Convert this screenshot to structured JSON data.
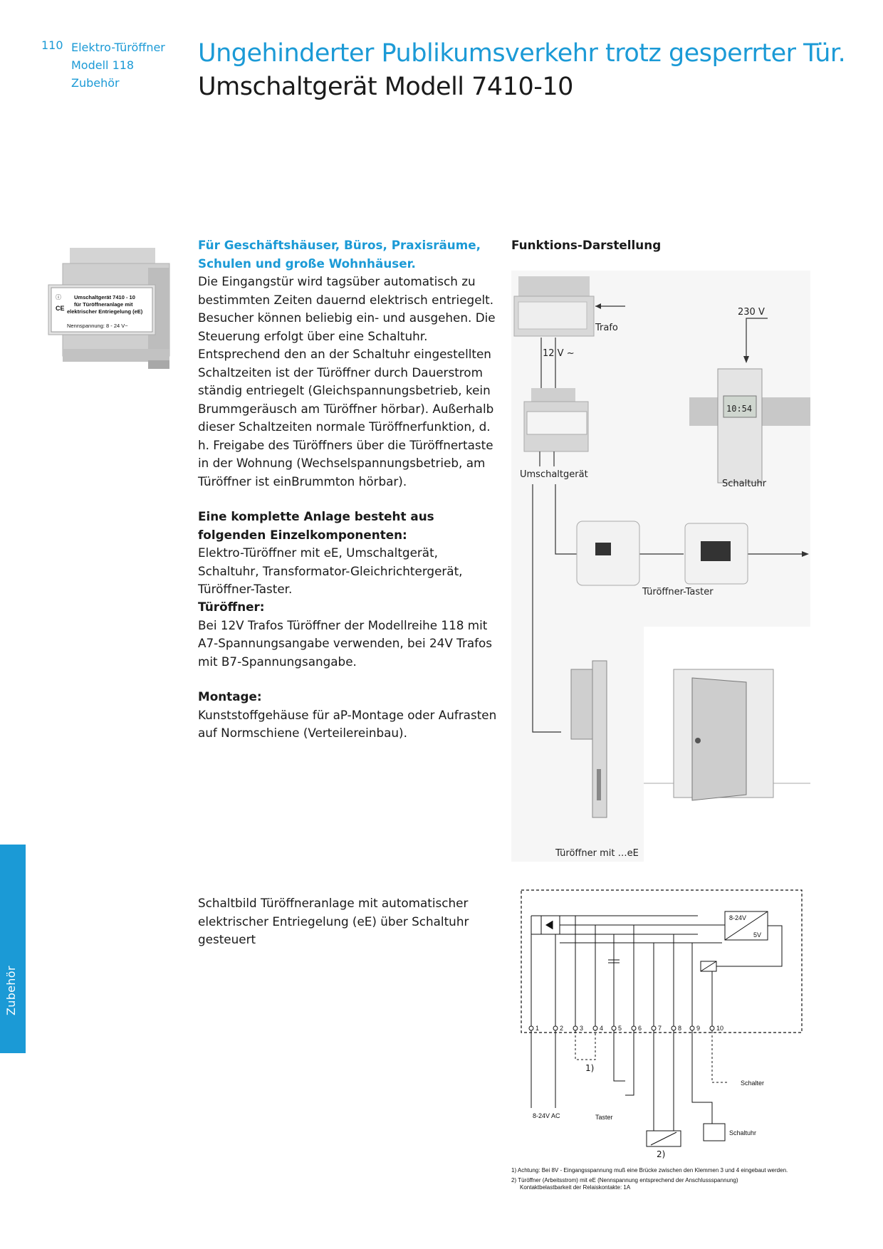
{
  "header": {
    "page_number": "110",
    "breadcrumb": [
      "Elektro-Türöffner",
      "Modell 118",
      "Zubehör"
    ],
    "title": "Ungehinderter Publikumsverkehr trotz gesperrter Tür.",
    "subtitle": "Umschaltgerät Modell 7410-10"
  },
  "sidebar": {
    "label": "Zubehör"
  },
  "product_image": {
    "label_lines": [
      "Umschaltgerät 7410 - 10",
      "für Türöffneranlage mit",
      "elektrischer Entriegelung (eE)"
    ],
    "nennspannung": "Nennspannung: 8 - 24 V~"
  },
  "intro": {
    "heading": "Für Geschäftshäuser, Büros, Praxisräume, Schulen und große Wohnhäuser.",
    "body": "Die Eingangstür wird tagsüber automatisch zu bestimmten Zeiten dauernd elektrisch entriegelt. Besucher können beliebig ein- und ausgehen. Die Steuerung erfolgt über eine Schaltuhr. Entsprechend den an der Schaltuhr eingestellten Schaltzeiten ist der Türöffner durch Dauerstrom ständig entriegelt (Gleichspannungsbetrieb, kein Brummgeräusch am Türöffner hörbar). Außerhalb dieser Schaltzeiten normale Türöffnerfunktion, d. h. Freigabe des Türöffners über die Türöffnertaste in der Wohnung (Wechselspannungsbetrieb, am Türöffner ist einBrummton hörbar)."
  },
  "components": {
    "heading": "Eine komplette Anlage besteht aus folgenden Einzelkomponenten:",
    "body": "Elektro-Türöffner mit eE, Umschaltgerät, Schaltuhr, Transformator-Gleichrichtergerät, Türöffner-Taster."
  },
  "tueroeffner": {
    "heading": "Türöffner:",
    "body": "Bei 12V Trafos Türöffner der Modellreihe 118 mit A7-Spannungsangabe verwenden, bei 24V Trafos mit B7-Spannungsangabe."
  },
  "montage": {
    "heading": "Montage:",
    "body": "Kunststoffgehäuse für aP-Montage oder Aufrasten auf Normschiene (Verteilereinbau)."
  },
  "function_diagram": {
    "heading": "Funktions-Darstellung",
    "labels": {
      "trafo": "Trafo",
      "v230": "230 V",
      "v12": "12 V ~",
      "umschaltgeraet": "Umschaltgerät",
      "schaltuhr": "Schaltuhr",
      "taster": "Türöffner-Taster",
      "tueroeffner": "Türöffner mit …eE"
    }
  },
  "schematic": {
    "caption": "Schaltbild Türöffneranlage mit automatischer elektrischer Entriegelung (eE) über Schaltuhr gesteuert",
    "terminals": [
      "1",
      "2",
      "3",
      "4",
      "5",
      "6",
      "7",
      "8",
      "9",
      "10"
    ],
    "labels": {
      "v8_24": "8-24V",
      "v5": "5V",
      "ref1": "1)",
      "ref2": "2)",
      "ac": "8-24V AC",
      "taster": "Taster",
      "schalter": "Schalter",
      "schaltuhr": "Schaltuhr"
    },
    "footnotes": [
      "1)  Achtung: Bei 8V - Eingangsspannung muß eine Brücke zwischen den Klemmen 3 und 4 eingebaut werden.",
      "2)  Türöffner (Arbeitsstrom) mit eE (Nennspannung entsprechend der Anschlussspannung)",
      "Kontaktbelastbarkeit der Relaiskontakte: 1A"
    ]
  }
}
